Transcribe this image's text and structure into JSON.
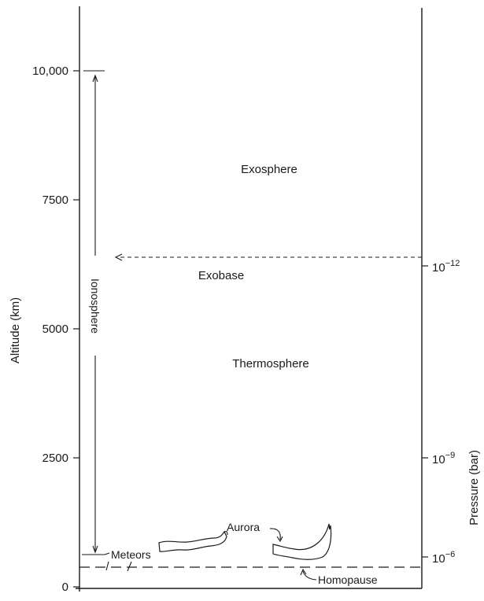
{
  "left_axis": {
    "title": "Altitude (km)",
    "ticks": [
      "10,000",
      "7500",
      "5000",
      "2500",
      "0"
    ]
  },
  "right_axis": {
    "title": "Pressure (bar)",
    "tick_bases": [
      "10",
      "10",
      "10"
    ],
    "tick_exponents": [
      "−12",
      "−9",
      "−6"
    ]
  },
  "regions": {
    "exosphere": "Exosphere",
    "exobase": "Exobase",
    "thermosphere": "Thermosphere",
    "ionosphere": "Ionosphere"
  },
  "features": {
    "aurora": "Aurora",
    "meteors": "Meteors",
    "homopause": "Homopause"
  },
  "colors": {
    "ink": "#1a1a1a",
    "background": "#ffffff"
  }
}
